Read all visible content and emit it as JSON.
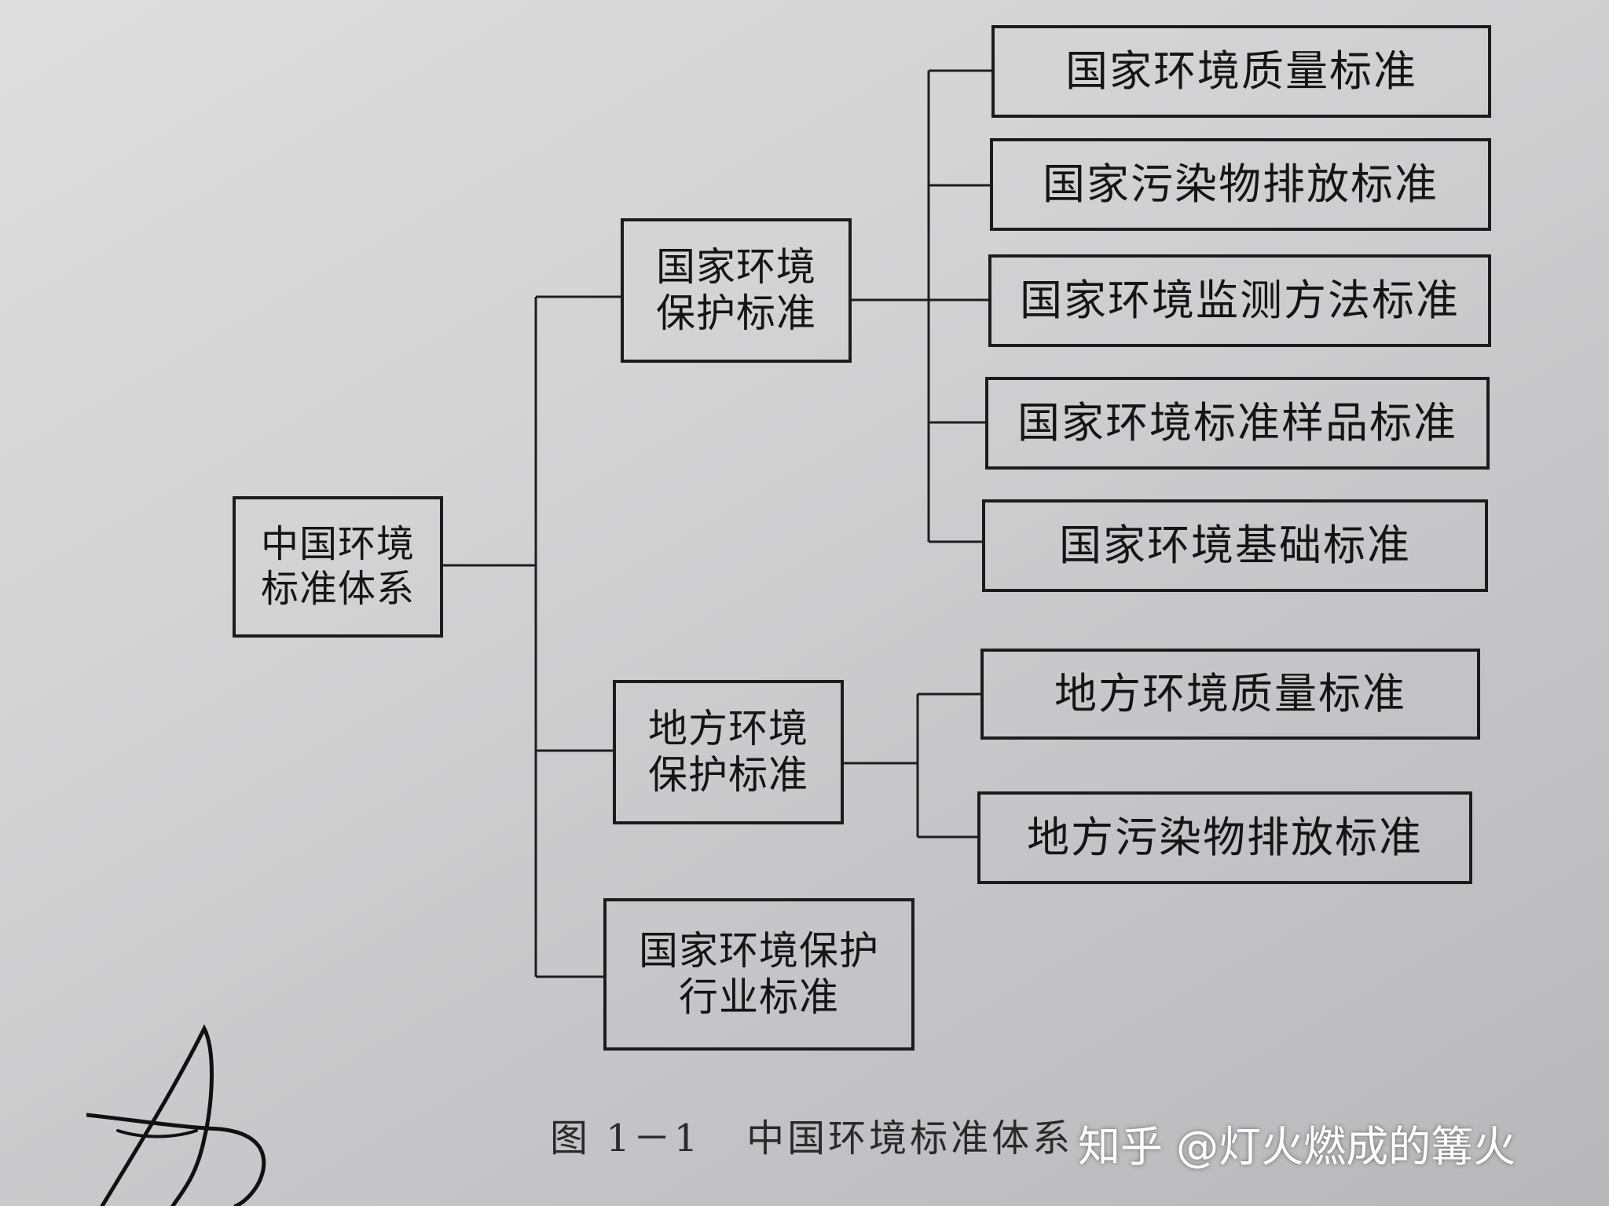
{
  "diagram": {
    "root": {
      "label": "中国环境\n标准体系"
    },
    "branches": [
      {
        "label": "国家环境\n保护标准",
        "children": [
          "国家环境质量标准",
          "国家污染物排放标准",
          "国家环境监测方法标准",
          "国家环境标准样品标准",
          "国家环境基础标准"
        ]
      },
      {
        "label": "地方环境\n保护标准",
        "children": [
          "地方环境质量标准",
          "地方污染物排放标准"
        ]
      },
      {
        "label": "国家环境保护\n行业标准",
        "children": []
      }
    ]
  },
  "caption": "图 1－1   中国环境标准体系",
  "watermark": "知乎 @灯火燃成的篝火",
  "colors": {
    "ink": "#1c1c1c",
    "paper": "#d3d3d4"
  }
}
